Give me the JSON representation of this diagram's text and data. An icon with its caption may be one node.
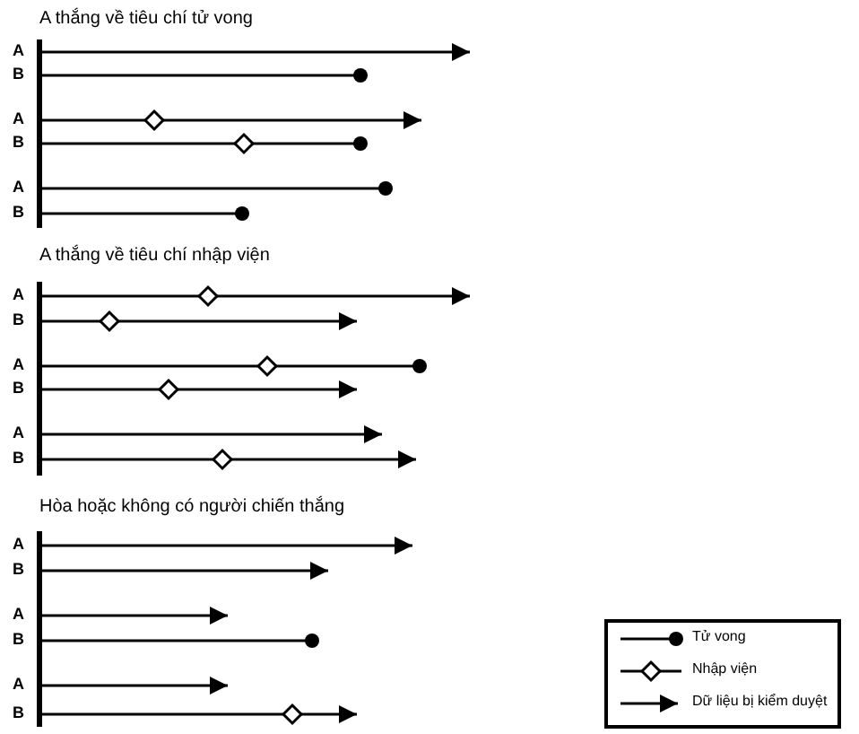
{
  "diagram": {
    "labels": [
      "A thắng về tiêu chí tử vong",
      "A",
      "B",
      "A",
      "B",
      "A",
      "B",
      "A thắng về tiêu chí nhập viện",
      "A",
      "B",
      "A",
      "B",
      "A",
      "B",
      "Hòa hoặc không có người chiến thắng",
      "A",
      "B",
      "A",
      "B",
      "A",
      "B"
    ],
    "legend": [
      {
        "text": "Tử vong"
      },
      {
        "text": "Nhập viện"
      },
      {
        "text": "Dữ liệu bị kiểm duyệt"
      }
    ]
  }
}
